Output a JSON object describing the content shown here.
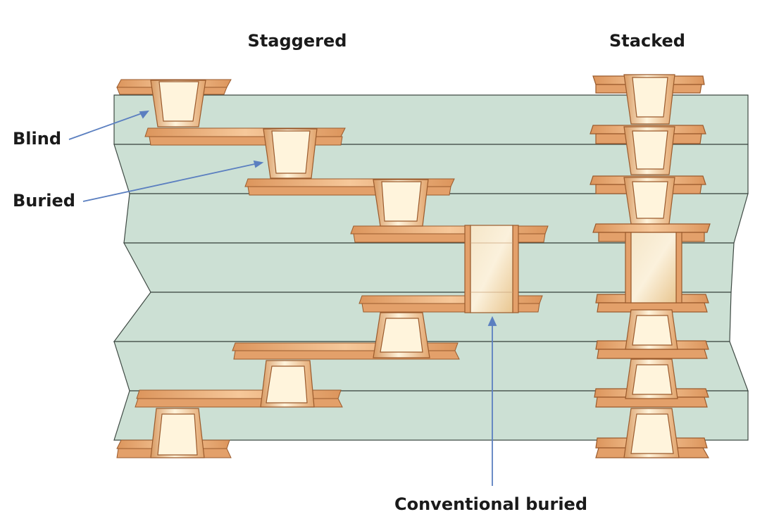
{
  "labels": {
    "staggered": "Staggered",
    "stacked": "Stacked",
    "blind": "Blind",
    "buried": "Buried",
    "conventional_buried": "Conventional buried"
  },
  "colors": {
    "background": "#ffffff",
    "dielectric": "#cce0d4",
    "dielectric_edge": "#3f4a44",
    "copper": "#e3a06a",
    "copper_dark": "#9a5a2c",
    "via_highlight": "#fff4dc",
    "arrow": "#5b7fc0"
  }
}
